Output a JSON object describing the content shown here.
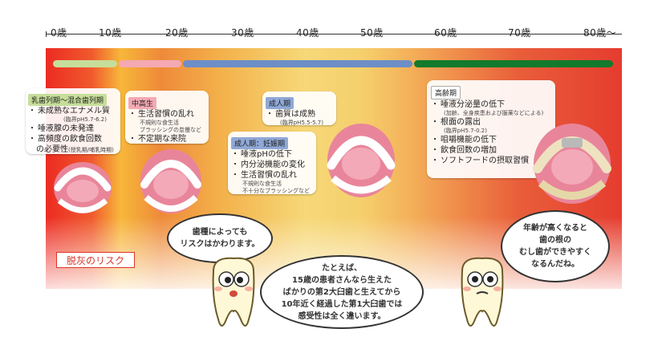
{
  "ages": [
    "0歳",
    "10歳",
    "20歳",
    "30歳",
    "40歳",
    "50歳",
    "60歳",
    "70歳",
    "80歳〜"
  ],
  "colors": {
    "green_light": "#c6de9a",
    "pink": "#f4a9b3",
    "blue": "#6d8ec7",
    "green_dark": "#127a2c",
    "risk_red": "#d9362a"
  },
  "panels": {
    "child": {
      "tag": "乳歯列期〜混合歯列期",
      "items": [
        {
          "text": "未成熟なエナメル質",
          "sub": "(臨界pH5.7-6.2)"
        },
        {
          "text": "唾液腺の未発達",
          "sub": ""
        },
        {
          "text": "高頻度の飲食回数",
          "sub": ""
        },
        {
          "text": "の必要性",
          "sub": "(授乳期/哺乳時期)"
        }
      ]
    },
    "teen": {
      "tag": "中高生",
      "items": [
        {
          "text": "生活習慣の乱れ",
          "sub1": "不規則な食生活",
          "sub2": "ブラッシングの怠慢など"
        },
        {
          "text": "不定期な来院",
          "sub1": "",
          "sub2": ""
        }
      ]
    },
    "adult": {
      "tag": "成人期",
      "item": "歯質は成熟",
      "sub": "(臨界pH5.5-5.7)"
    },
    "pregnancy": {
      "tag": "成人期：妊娠期",
      "items": [
        {
          "text": "唾液pHの低下"
        },
        {
          "text": "内分泌機能の変化"
        },
        {
          "text": "生活習慣の乱れ"
        }
      ],
      "sub1": "不規則な食生活",
      "sub2": "不十分なブラッシングなど"
    },
    "elder": {
      "tag": "高齢期",
      "items": [
        {
          "text": "唾液分泌量の低下",
          "sub": "(加齢、全身疾患および服薬などによる)"
        },
        {
          "text": "根面の露出",
          "sub": "(臨界pH5.7-0.2)"
        },
        {
          "text": "咀嚼機能の低下",
          "sub": ""
        },
        {
          "text": "飲食回数の増加",
          "sub": ""
        },
        {
          "text": "ソフトフードの摂取習慣",
          "sub": ""
        }
      ]
    }
  },
  "risk_label": "脱灰のリスク",
  "bubbles": {
    "left": [
      "歯種によっても",
      "リスクはかわります。"
    ],
    "center": [
      "たとえば、",
      "15歳の患者さんなら生えた",
      "ばかりの第2大臼歯と生えてから",
      "10年近く経過した第1大臼歯では",
      "感受性は全く違います。"
    ],
    "right": [
      "年齢が高くなると",
      "歯の根の",
      "むし歯ができやすく",
      "なるんだね。"
    ]
  }
}
